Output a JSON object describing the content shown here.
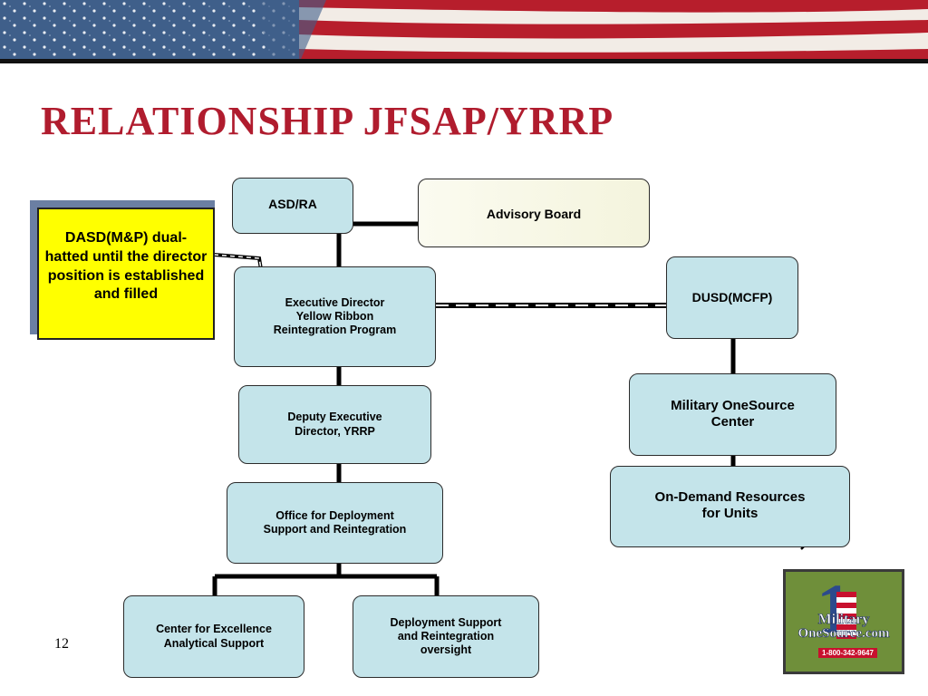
{
  "title": "RELATIONSHIP JFSAP/YRRP",
  "page_number": "12",
  "colors": {
    "title": "#b01c2e",
    "box_fill": "#c4e4ea",
    "note_fill": "#ffff00",
    "line": "#000000"
  },
  "note": {
    "text": "DASD(M&P) dual-hatted until the director position is established and filled"
  },
  "boxes": {
    "asd_ra": {
      "label": "ASD/RA"
    },
    "advisory_board": {
      "label": "Advisory Board"
    },
    "executive_director": {
      "line1": "Executive Director",
      "line2": "Yellow Ribbon",
      "line3": "Reintegration Program"
    },
    "deputy_executive_director": {
      "line1": "Deputy Executive",
      "line2": "Director, YRRP"
    },
    "office_deployment": {
      "line1": "Office for Deployment",
      "line2": "Support and Reintegration"
    },
    "center_excellence": {
      "line1": "Center for Excellence",
      "line2": "Analytical Support"
    },
    "deployment_support": {
      "line1": "Deployment Support",
      "line2": "and Reintegration",
      "line3": "oversight"
    },
    "dusd_mcfp": {
      "label": "DUSD(MCFP)"
    },
    "military_onesource_center": {
      "line1": "Military OneSource",
      "line2": "Center"
    },
    "on_demand_resources": {
      "line1": "On-Demand Resources",
      "line2": "for Units"
    }
  },
  "logo": {
    "line1": "Military",
    "line2": "OneSource.com",
    "phone": "1-800-342-9647"
  },
  "icons": {
    "banner": "american-flag-banner",
    "logo": "military-onesource-logo"
  }
}
